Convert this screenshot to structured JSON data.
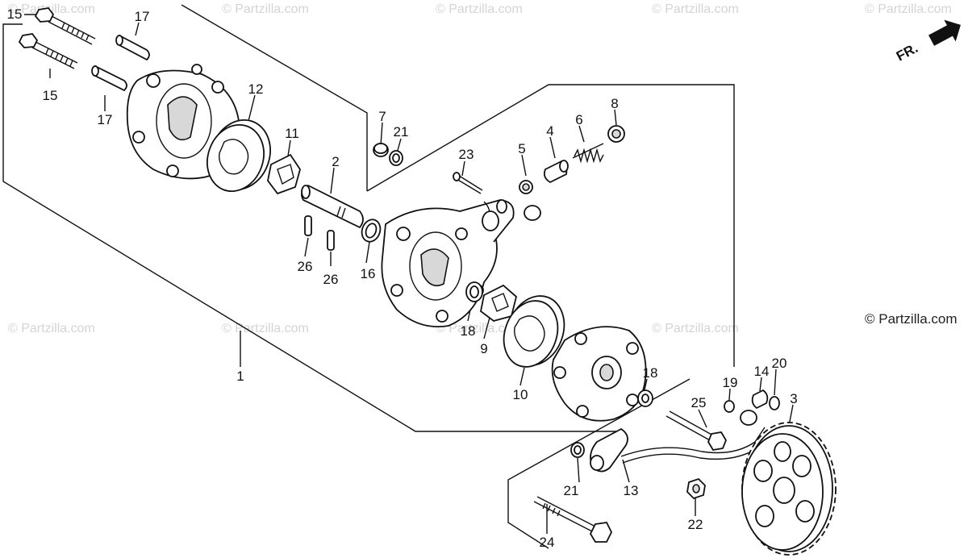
{
  "watermark_text": "© Partzilla.com",
  "copyright": "© Partzilla.com",
  "fr_label": "FR.",
  "callouts": {
    "c1": "1",
    "c2": "2",
    "c3": "3",
    "c4": "4",
    "c5": "5",
    "c6": "6",
    "c7": "7",
    "c8": "8",
    "c9": "9",
    "c10": "10",
    "c11": "11",
    "c12": "12",
    "c13": "13",
    "c14": "14",
    "c15a": "15",
    "c15b": "15",
    "c16": "16",
    "c17a": "17",
    "c17b": "17",
    "c18a": "18",
    "c18b": "18",
    "c19": "19",
    "c20": "20",
    "c21a": "21",
    "c21b": "21",
    "c22": "22",
    "c23": "23",
    "c24": "24",
    "c25": "25",
    "c26a": "26",
    "c26b": "26"
  }
}
